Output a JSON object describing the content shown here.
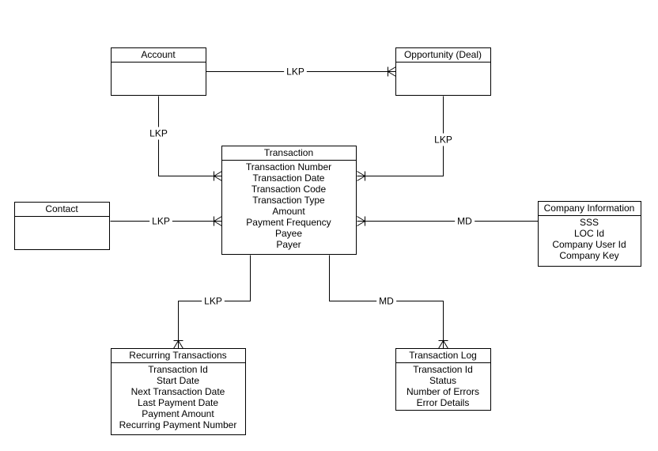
{
  "entities": {
    "account": {
      "title": "Account",
      "attributes": []
    },
    "opportunity": {
      "title": "Opportunity (Deal)",
      "attributes": []
    },
    "transaction": {
      "title": "Transaction",
      "attributes": [
        "Transaction Number",
        "Transaction Date",
        "Transaction Code",
        "Transaction Type",
        "Amount",
        "Payment Frequency",
        "Payee",
        "Payer"
      ]
    },
    "contact": {
      "title": "Contact",
      "attributes": []
    },
    "company": {
      "title": "Company Information",
      "attributes": [
        "SSS",
        "LOC Id",
        "Company User Id",
        "Company Key"
      ]
    },
    "recurring": {
      "title": "Recurring Transactions",
      "attributes": [
        "Transaction Id",
        "Start Date",
        "Next Transaction Date",
        "Last Payment Date",
        "Payment Amount",
        "Recurring Payment Number"
      ]
    },
    "log": {
      "title": "Transaction Log",
      "attributes": [
        "Transaction Id",
        "Status",
        "Number of Errors",
        "Error Details"
      ]
    }
  },
  "relationships": {
    "account_opportunity": {
      "label": "LKP",
      "from": "Account",
      "to": "Opportunity (Deal)",
      "to_end": "one-or-many"
    },
    "account_transaction": {
      "label": "LKP",
      "from": "Account",
      "to": "Transaction",
      "to_end": "one-or-many"
    },
    "opportunity_transaction": {
      "label": "LKP",
      "from": "Opportunity (Deal)",
      "to": "Transaction",
      "to_end": "one-or-many"
    },
    "contact_transaction": {
      "label": "LKP",
      "from": "Contact",
      "to": "Transaction",
      "to_end": "one-or-many"
    },
    "company_transaction": {
      "label": "MD",
      "from": "Company Information",
      "to": "Transaction",
      "to_end": "one-or-many"
    },
    "transaction_recurring": {
      "label": "LKP",
      "from": "Transaction",
      "to": "Recurring Transactions",
      "to_end": "one-or-many"
    },
    "transaction_log": {
      "label": "MD",
      "from": "Transaction",
      "to": "Transaction Log",
      "to_end": "one-or-many"
    }
  }
}
